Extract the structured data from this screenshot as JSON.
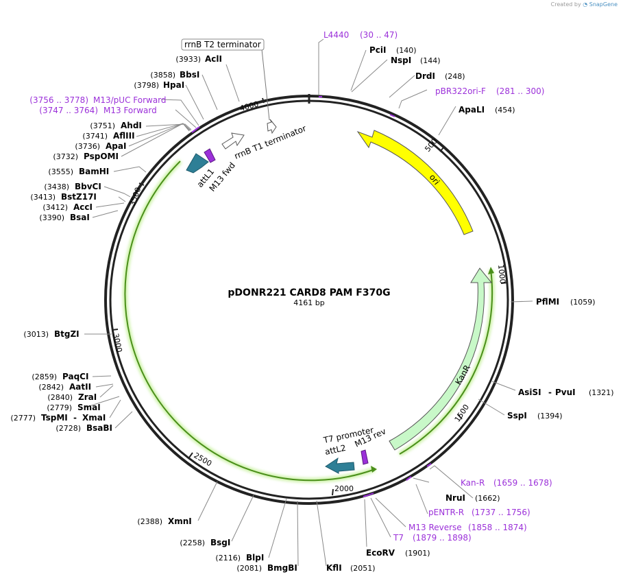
{
  "credit": {
    "prefix": "Created by",
    "brand": "SnapGene"
  },
  "plasmid": {
    "name": "pDONR221 CARD8 PAM F370G",
    "length_label": "4161 bp",
    "length": 4161
  },
  "colors": {
    "ori": "#ffff00",
    "kanr": "#c8f8c8",
    "att": "#2e7f96",
    "m13": "#9b30d9",
    "primer": "#9b30d9",
    "ccdb_track": "#4a8f1a",
    "backbone": "#222222"
  },
  "ticks": [
    {
      "pos": 500,
      "label": "500"
    },
    {
      "pos": 1000,
      "label": "1000"
    },
    {
      "pos": 1500,
      "label": "1500"
    },
    {
      "pos": 2000,
      "label": "2000"
    },
    {
      "pos": 2500,
      "label": "2500"
    },
    {
      "pos": 3000,
      "label": "3000"
    },
    {
      "pos": 3500,
      "label": "3500"
    },
    {
      "pos": 4000,
      "label": "4000"
    }
  ],
  "features": [
    {
      "name": "ori",
      "label": "ori",
      "color": "#ffff00"
    },
    {
      "name": "kanr",
      "label": "KanR",
      "color": "#c8f8c8"
    },
    {
      "name": "attL1",
      "label": "attL1"
    },
    {
      "name": "m13-fwd",
      "label": "M13 fwd"
    },
    {
      "name": "rrnb-t1",
      "label": "rrnB T1 terminator"
    },
    {
      "name": "rrnb-t2",
      "label": "rrnB T2 terminator"
    },
    {
      "name": "attL2",
      "label": "attL2"
    },
    {
      "name": "t7-promoter",
      "label": "T7 promoter"
    },
    {
      "name": "m13-rev",
      "label": "M13 rev"
    }
  ],
  "sites": [
    {
      "name": "AclI",
      "pos": "(3933)"
    },
    {
      "name": "BbsI",
      "pos": "(3858)"
    },
    {
      "name": "HpaI",
      "pos": "(3798)"
    },
    {
      "name": "AhdI",
      "pos": "(3751)"
    },
    {
      "name": "AflIII",
      "pos": "(3741)"
    },
    {
      "name": "ApaI",
      "pos": "(3736)"
    },
    {
      "name": "PspOMI",
      "pos": "(3732)"
    },
    {
      "name": "BamHI",
      "pos": "(3555)"
    },
    {
      "name": "BbvCI",
      "pos": "(3438)"
    },
    {
      "name": "BstZ17I",
      "pos": "(3413)"
    },
    {
      "name": "AccI",
      "pos": "(3412)"
    },
    {
      "name": "BsaI",
      "pos": "(3390)"
    },
    {
      "name": "BtgZI",
      "pos": "(3013)"
    },
    {
      "name": "PaqCI",
      "pos": "(2859)"
    },
    {
      "name": "AatII",
      "pos": "(2842)"
    },
    {
      "name": "ZraI",
      "pos": "(2840)"
    },
    {
      "name": "SmaI",
      "pos": "(2779)"
    },
    {
      "name": "TspMI",
      "name2": "XmaI",
      "pos": "(2777)"
    },
    {
      "name": "BsaBI",
      "pos": "(2728)"
    },
    {
      "name": "XmnI",
      "pos": "(2388)"
    },
    {
      "name": "BsgI",
      "pos": "(2258)"
    },
    {
      "name": "BlpI",
      "pos": "(2116)"
    },
    {
      "name": "BmgBI",
      "pos": "(2081)"
    },
    {
      "name": "KflI",
      "pos": "(2051)"
    },
    {
      "name": "EcoRV",
      "pos": "(1901)"
    },
    {
      "name": "NruI",
      "pos": "(1662)"
    },
    {
      "name": "SspI",
      "pos": "(1394)"
    },
    {
      "name": "AsiSI",
      "name2": "PvuI",
      "pos": "(1321)"
    },
    {
      "name": "PflMI",
      "pos": "(1059)"
    },
    {
      "name": "ApaLI",
      "pos": "(454)"
    },
    {
      "name": "DrdI",
      "pos": "(248)"
    },
    {
      "name": "NspI",
      "pos": "(144)"
    },
    {
      "name": "PciI",
      "pos": "(140)"
    }
  ],
  "primers": [
    {
      "name": "L4440",
      "range": "(30 .. 47)"
    },
    {
      "name": "pBR322ori-F",
      "range": "(281 .. 300)"
    },
    {
      "name": "M13/pUC Forward",
      "range": "(3756 .. 3778)"
    },
    {
      "name": "M13 Forward",
      "range": "(3747 .. 3764)"
    },
    {
      "name": "Kan-R",
      "range": "(1659 .. 1678)"
    },
    {
      "name": "pENTR-R",
      "range": "(1737 .. 1756)"
    },
    {
      "name": "M13 Reverse",
      "range": "(1858 .. 1874)"
    },
    {
      "name": "T7",
      "range": "(1879 .. 1898)"
    }
  ]
}
